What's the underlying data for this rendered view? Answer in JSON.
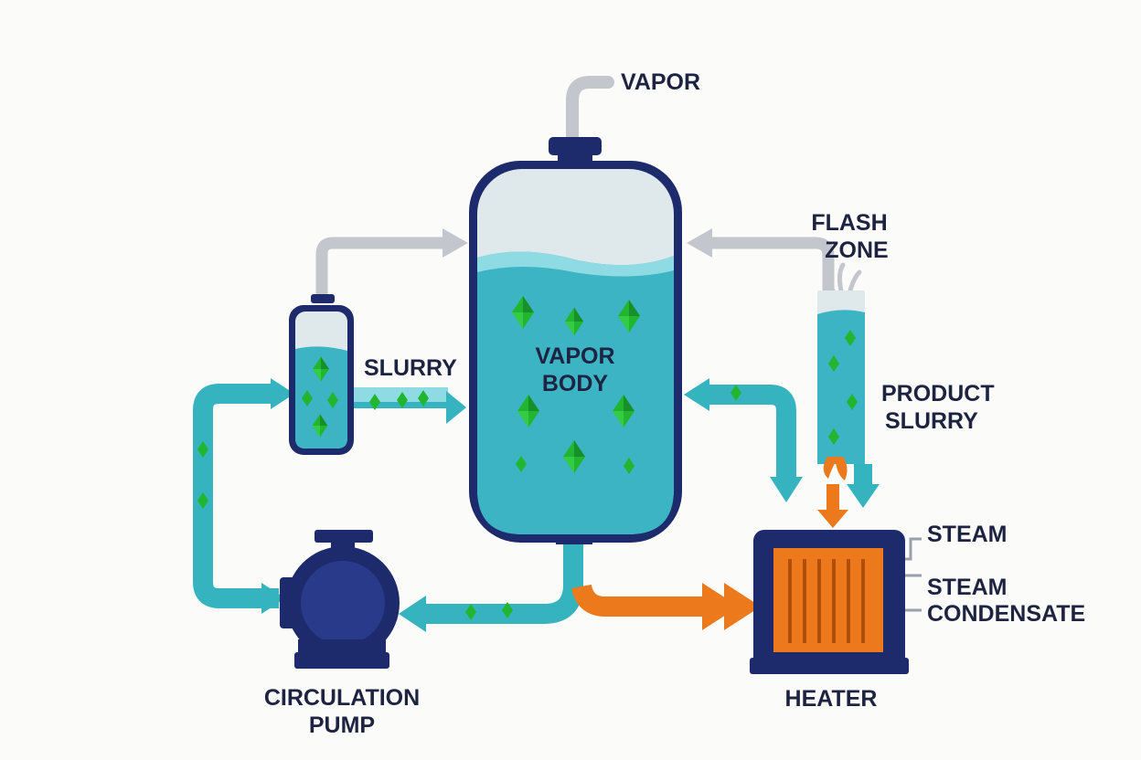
{
  "labels": {
    "vapor": "VAPOR",
    "vapor_body_line1": "VAPOR",
    "vapor_body_line2": "BODY",
    "slurry": "SLURRY",
    "flash_zone_line1": "FLASH",
    "flash_zone_line2": "ZONE",
    "product_slurry_line1": "PRODUCT",
    "product_slurry_line2": "SLURRY",
    "steam": "STEAM",
    "steam_condensate_line1": "STEAM",
    "steam_condensate_line2": "CONDENSATE",
    "heater": "HEATER",
    "circulation_pump_line1": "CIRCULATION",
    "circulation_pump_line2": "PUMP"
  },
  "colors": {
    "background": "#fbfbfa",
    "navy_outline": "#1d2a6b",
    "liquid_teal": "#3cb4c4",
    "liquid_light": "#8fdbe3",
    "pipe_teal": "#35b3bf",
    "vapor_gray": "#c3c6cc",
    "crystal_green": "#22b530",
    "heat_orange": "#ec7a1c",
    "text": "#1d2340"
  },
  "icons": [
    "vapor-body-vessel",
    "slurry-vessel",
    "flash-zone-column",
    "circulation-pump",
    "heater",
    "flame-icon",
    "crystal-icon",
    "arrow-icon"
  ]
}
